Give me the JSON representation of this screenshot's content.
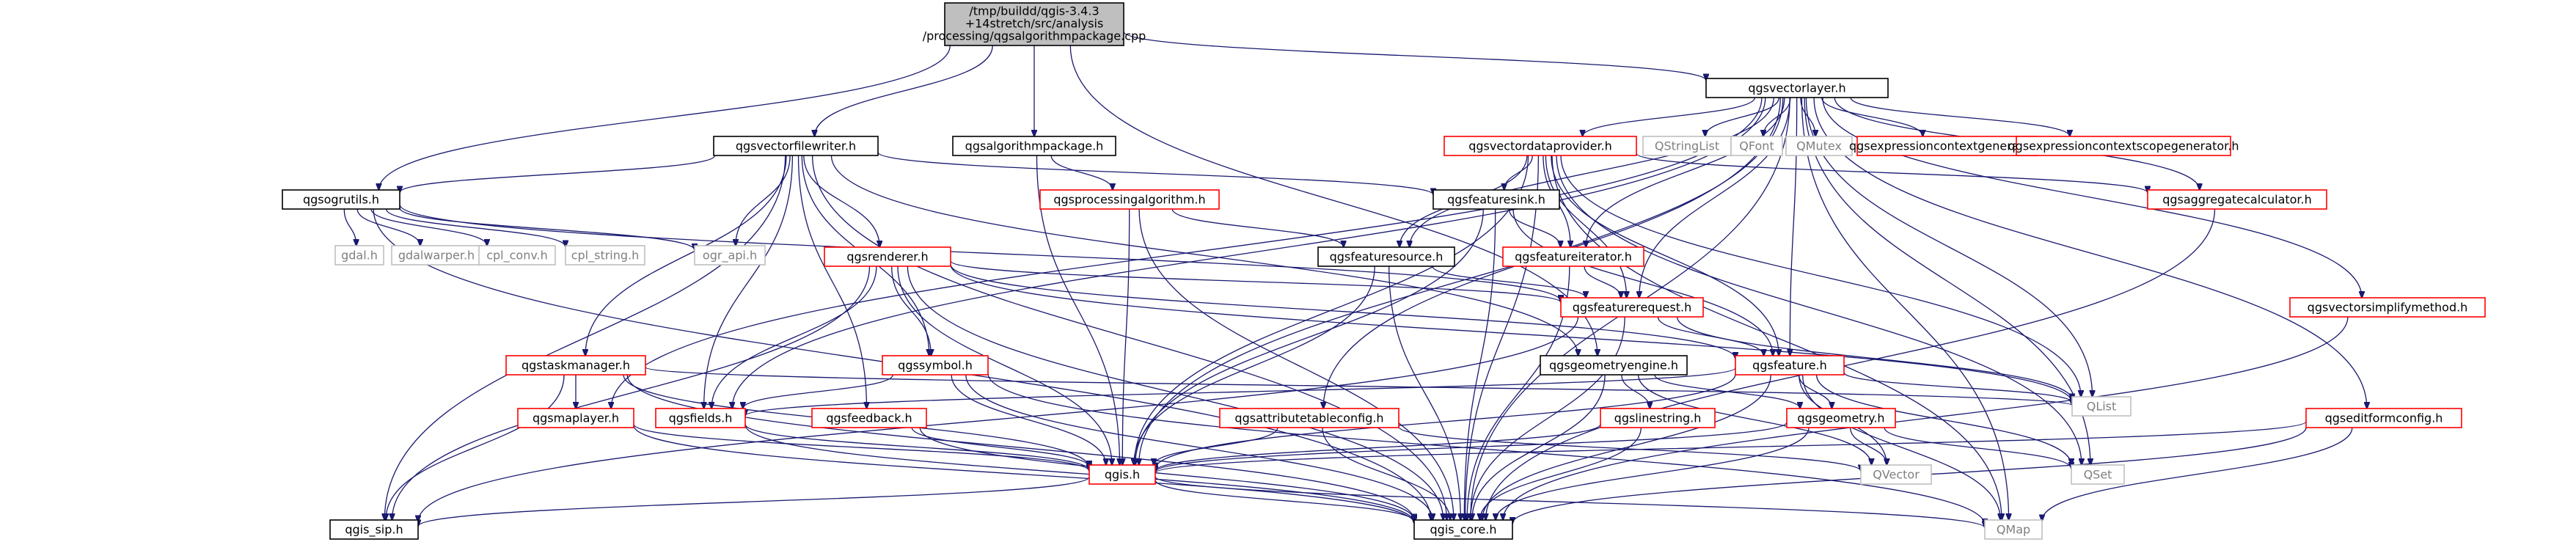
{
  "colors": {
    "root_fill": "#bfbfbf",
    "root_stroke": "#000000",
    "doc_stroke": "#000000",
    "nodoc_stroke": "#ff0000",
    "external_stroke": "#bfbfbf",
    "external_text": "#7f7f7f",
    "edge": "#191970",
    "text": "#000000"
  },
  "root": {
    "lines": [
      "/tmp/buildd/qgis-3.4.3",
      "+14stretch/src/analysis",
      "/processing/qgsalgorithmpackage.cpp"
    ]
  },
  "nodes": [
    {
      "id": "vectorlayer",
      "label": "qgsvectorlayer.h",
      "kind": "doc"
    },
    {
      "id": "vectorfilewriter",
      "label": "qgsvectorfilewriter.h",
      "kind": "doc"
    },
    {
      "id": "algorithmpackage",
      "label": "qgsalgorithmpackage.h",
      "kind": "doc"
    },
    {
      "id": "ogrutils",
      "label": "qgsogrutils.h",
      "kind": "doc"
    },
    {
      "id": "vectordataprovider",
      "label": "qgsvectordataprovider.h",
      "kind": "nodoc"
    },
    {
      "id": "qstringlist",
      "label": "QStringList",
      "kind": "external"
    },
    {
      "id": "qfont",
      "label": "QFont",
      "kind": "external"
    },
    {
      "id": "qmutex",
      "label": "QMutex",
      "kind": "external"
    },
    {
      "id": "exprctxgen",
      "label": "qgsexpressioncontextgenerator.h",
      "kind": "nodoc"
    },
    {
      "id": "exprscopegen",
      "label": "qgsexpressioncontextscopegenerator.h",
      "kind": "nodoc"
    },
    {
      "id": "processingalgorithm",
      "label": "qgsprocessingalgorithm.h",
      "kind": "nodoc"
    },
    {
      "id": "featuresink",
      "label": "qgsfeaturesink.h",
      "kind": "doc"
    },
    {
      "id": "aggregatecalculator",
      "label": "qgsaggregatecalculator.h",
      "kind": "nodoc"
    },
    {
      "id": "gdal",
      "label": "gdal.h",
      "kind": "external"
    },
    {
      "id": "gdalwarper",
      "label": "gdalwarper.h",
      "kind": "external"
    },
    {
      "id": "cplconv",
      "label": "cpl_conv.h",
      "kind": "external"
    },
    {
      "id": "cplstring",
      "label": "cpl_string.h",
      "kind": "external"
    },
    {
      "id": "ograpi",
      "label": "ogr_api.h",
      "kind": "external"
    },
    {
      "id": "renderer",
      "label": "qgsrenderer.h",
      "kind": "nodoc"
    },
    {
      "id": "featuresource",
      "label": "qgsfeaturesource.h",
      "kind": "doc"
    },
    {
      "id": "featureiterator",
      "label": "qgsfeatureiterator.h",
      "kind": "nodoc"
    },
    {
      "id": "featurerequest",
      "label": "qgsfeaturerequest.h",
      "kind": "nodoc"
    },
    {
      "id": "vectorsimplify",
      "label": "qgsvectorsimplifymethod.h",
      "kind": "nodoc"
    },
    {
      "id": "taskmanager",
      "label": "qgstaskmanager.h",
      "kind": "nodoc"
    },
    {
      "id": "symbol",
      "label": "qgssymbol.h",
      "kind": "nodoc"
    },
    {
      "id": "geometryengine",
      "label": "qgsgeometryengine.h",
      "kind": "doc"
    },
    {
      "id": "feature",
      "label": "qgsfeature.h",
      "kind": "nodoc"
    },
    {
      "id": "maplayer",
      "label": "qgsmaplayer.h",
      "kind": "nodoc"
    },
    {
      "id": "fields",
      "label": "qgsfields.h",
      "kind": "nodoc"
    },
    {
      "id": "feedback",
      "label": "qgsfeedback.h",
      "kind": "nodoc"
    },
    {
      "id": "attributetableconfig",
      "label": "qgsattributetableconfig.h",
      "kind": "nodoc"
    },
    {
      "id": "linestring",
      "label": "qgslinestring.h",
      "kind": "nodoc"
    },
    {
      "id": "geometry",
      "label": "qgsgeometry.h",
      "kind": "nodoc"
    },
    {
      "id": "qlist",
      "label": "QList",
      "kind": "external"
    },
    {
      "id": "editformconfig",
      "label": "qgseditformconfig.h",
      "kind": "nodoc"
    },
    {
      "id": "qgis",
      "label": "qgis.h",
      "kind": "nodoc"
    },
    {
      "id": "qvector",
      "label": "QVector",
      "kind": "external"
    },
    {
      "id": "qset",
      "label": "QSet",
      "kind": "external"
    },
    {
      "id": "qgissip",
      "label": "qgis_sip.h",
      "kind": "doc"
    },
    {
      "id": "qgiscore",
      "label": "qgis_core.h",
      "kind": "doc"
    },
    {
      "id": "qmap",
      "label": "QMap",
      "kind": "external"
    }
  ],
  "edges": [
    [
      "root",
      "vectorlayer"
    ],
    [
      "root",
      "vectorfilewriter"
    ],
    [
      "root",
      "algorithmpackage"
    ],
    [
      "root",
      "ogrutils"
    ],
    [
      "root",
      "geometryengine"
    ],
    [
      "vectorlayer",
      "vectordataprovider"
    ],
    [
      "vectorlayer",
      "qstringlist"
    ],
    [
      "vectorlayer",
      "qfont"
    ],
    [
      "vectorlayer",
      "qmutex"
    ],
    [
      "vectorlayer",
      "exprctxgen"
    ],
    [
      "vectorlayer",
      "exprscopegen"
    ],
    [
      "vectorlayer",
      "aggregatecalculator"
    ],
    [
      "vectorlayer",
      "featuresource"
    ],
    [
      "vectorlayer",
      "featureiterator"
    ],
    [
      "vectorlayer",
      "featurerequest"
    ],
    [
      "vectorlayer",
      "feature"
    ],
    [
      "vectorlayer",
      "maplayer"
    ],
    [
      "vectorlayer",
      "fields"
    ],
    [
      "vectorlayer",
      "attributetableconfig"
    ],
    [
      "vectorlayer",
      "vectorsimplify"
    ],
    [
      "vectorlayer",
      "editformconfig"
    ],
    [
      "vectorlayer",
      "qgis"
    ],
    [
      "vectorlayer",
      "qlist"
    ],
    [
      "vectorlayer",
      "qset"
    ],
    [
      "vectorlayer",
      "qgiscore"
    ],
    [
      "vectorlayer",
      "qmap"
    ],
    [
      "vectorfilewriter",
      "ogrutils"
    ],
    [
      "vectorfilewriter",
      "featuresink"
    ],
    [
      "vectorfilewriter",
      "renderer"
    ],
    [
      "vectorfilewriter",
      "symbol"
    ],
    [
      "vectorfilewriter",
      "taskmanager"
    ],
    [
      "vectorfilewriter",
      "fields"
    ],
    [
      "vectorfilewriter",
      "feedback"
    ],
    [
      "vectorfilewriter",
      "ograpi"
    ],
    [
      "vectorfilewriter",
      "qgiscore"
    ],
    [
      "vectorfilewriter",
      "qgissip"
    ],
    [
      "vectorfilewriter",
      "geometryengine"
    ],
    [
      "algorithmpackage",
      "processingalgorithm"
    ],
    [
      "algorithmpackage",
      "qgis"
    ],
    [
      "ogrutils",
      "gdal"
    ],
    [
      "ogrutils",
      "gdalwarper"
    ],
    [
      "ogrutils",
      "cplconv"
    ],
    [
      "ogrutils",
      "cplstring"
    ],
    [
      "ogrutils",
      "ograpi"
    ],
    [
      "ogrutils",
      "featurerequest"
    ],
    [
      "ogrutils",
      "qgiscore"
    ],
    [
      "vectordataprovider",
      "featuresink"
    ],
    [
      "vectordataprovider",
      "featuresource"
    ],
    [
      "vectordataprovider",
      "featureiterator"
    ],
    [
      "vectordataprovider",
      "featurerequest"
    ],
    [
      "vectordataprovider",
      "feature"
    ],
    [
      "vectordataprovider",
      "aggregatecalculator"
    ],
    [
      "vectordataprovider",
      "qgis"
    ],
    [
      "vectordataprovider",
      "qlist"
    ],
    [
      "vectordataprovider",
      "qset"
    ],
    [
      "vectordataprovider",
      "qgiscore"
    ],
    [
      "vectordataprovider",
      "qmap"
    ],
    [
      "processingalgorithm",
      "featuresource"
    ],
    [
      "processingalgorithm",
      "qgis"
    ],
    [
      "processingalgorithm",
      "qgiscore"
    ],
    [
      "featuresink",
      "featureiterator"
    ],
    [
      "featuresink",
      "feature"
    ],
    [
      "featuresink",
      "qgis"
    ],
    [
      "featuresink",
      "qgiscore"
    ],
    [
      "aggregatecalculator",
      "qgiscore"
    ],
    [
      "renderer",
      "featurerequest"
    ],
    [
      "renderer",
      "symbol"
    ],
    [
      "renderer",
      "fields"
    ],
    [
      "renderer",
      "qgis"
    ],
    [
      "renderer",
      "feature"
    ],
    [
      "renderer",
      "qgissip"
    ],
    [
      "renderer",
      "qgiscore"
    ],
    [
      "renderer",
      "qlist"
    ],
    [
      "featuresource",
      "featurerequest"
    ],
    [
      "featuresource",
      "qgis"
    ],
    [
      "featuresource",
      "qgiscore"
    ],
    [
      "featureiterator",
      "featurerequest"
    ],
    [
      "featureiterator",
      "qgiscore"
    ],
    [
      "featurerequest",
      "feature"
    ],
    [
      "featurerequest",
      "qgissip"
    ],
    [
      "featurerequest",
      "qgiscore"
    ],
    [
      "featurerequest",
      "qlist"
    ],
    [
      "vectorsimplify",
      "qgiscore"
    ],
    [
      "taskmanager",
      "maplayer"
    ],
    [
      "taskmanager",
      "qgis"
    ],
    [
      "taskmanager",
      "qgissip"
    ],
    [
      "taskmanager",
      "qgiscore"
    ],
    [
      "taskmanager",
      "qlist"
    ],
    [
      "symbol",
      "qgis"
    ],
    [
      "symbol",
      "fields"
    ],
    [
      "symbol",
      "qgiscore"
    ],
    [
      "symbol",
      "qmap"
    ],
    [
      "geometryengine",
      "linestring"
    ],
    [
      "geometryengine",
      "geometry"
    ],
    [
      "geometryengine",
      "qgiscore"
    ],
    [
      "geometryengine",
      "qvector"
    ],
    [
      "feature",
      "fields"
    ],
    [
      "feature",
      "geometry"
    ],
    [
      "feature",
      "qgis"
    ],
    [
      "feature",
      "qlist"
    ],
    [
      "feature",
      "qvector"
    ],
    [
      "feature",
      "qset"
    ],
    [
      "feature",
      "qgiscore"
    ],
    [
      "feature",
      "qmap"
    ],
    [
      "maplayer",
      "qgis"
    ],
    [
      "maplayer",
      "qgiscore"
    ],
    [
      "fields",
      "qgis"
    ],
    [
      "fields",
      "qgiscore"
    ],
    [
      "feedback",
      "qgis"
    ],
    [
      "feedback",
      "qgiscore"
    ],
    [
      "attributetableconfig",
      "qgis"
    ],
    [
      "attributetableconfig",
      "qgiscore"
    ],
    [
      "attributetableconfig",
      "qvector"
    ],
    [
      "linestring",
      "qgis"
    ],
    [
      "linestring",
      "qgiscore"
    ],
    [
      "geometry",
      "qgis"
    ],
    [
      "geometry",
      "qvector"
    ],
    [
      "geometry",
      "qset"
    ],
    [
      "geometry",
      "qgiscore"
    ],
    [
      "editformconfig",
      "qgis"
    ],
    [
      "editformconfig",
      "qgiscore"
    ],
    [
      "editformconfig",
      "qmap"
    ],
    [
      "qgis",
      "qgissip"
    ],
    [
      "qgis",
      "qgiscore"
    ],
    [
      "qgis",
      "qmap"
    ]
  ]
}
